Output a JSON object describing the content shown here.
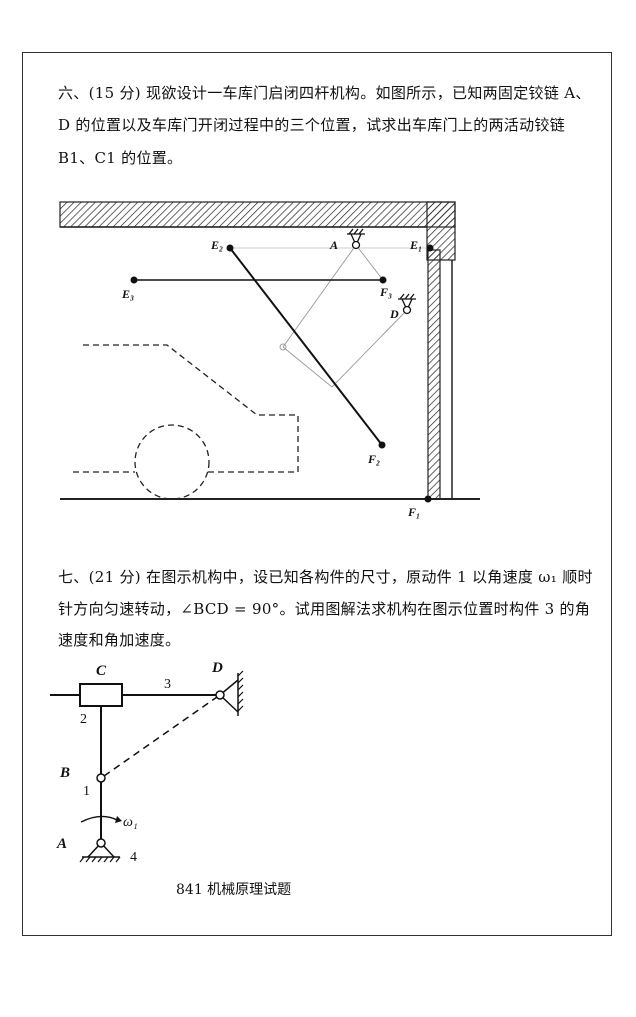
{
  "question6": {
    "lines": [
      "六、(15 分) 现欲设计一车库门启闭四杆机构。如图所示，已知两固定铰链 A、",
      "D  的位置以及车库门开闭过程中的三个位置，试求出车库门上的两活动铰链",
      "B1、C1 的位置。"
    ],
    "figure_labels": {
      "A": "A",
      "D": "D",
      "E1": "E₁",
      "E2": "E₂",
      "E3": "E₃",
      "F1": "F₁",
      "F2": "F₂",
      "F3": "F₃"
    }
  },
  "question7": {
    "lines": [
      "七、(21 分) 在图示机构中，设已知各构件的尺寸，原动件 1 以角速度 ω₁ 顺时",
      "针方向匀速转动，∠BCD = 90°。试用图解法求机构在图示位置时构件 3 的角",
      "速度和角加速度。"
    ],
    "figure_labels": {
      "A": "A",
      "B": "B",
      "C": "C",
      "D": "D",
      "link1": "1",
      "link2": "2",
      "link3": "3",
      "frame4": "4",
      "omega": "ω₁"
    }
  },
  "footer": {
    "caption": "841 机械原理试题"
  }
}
